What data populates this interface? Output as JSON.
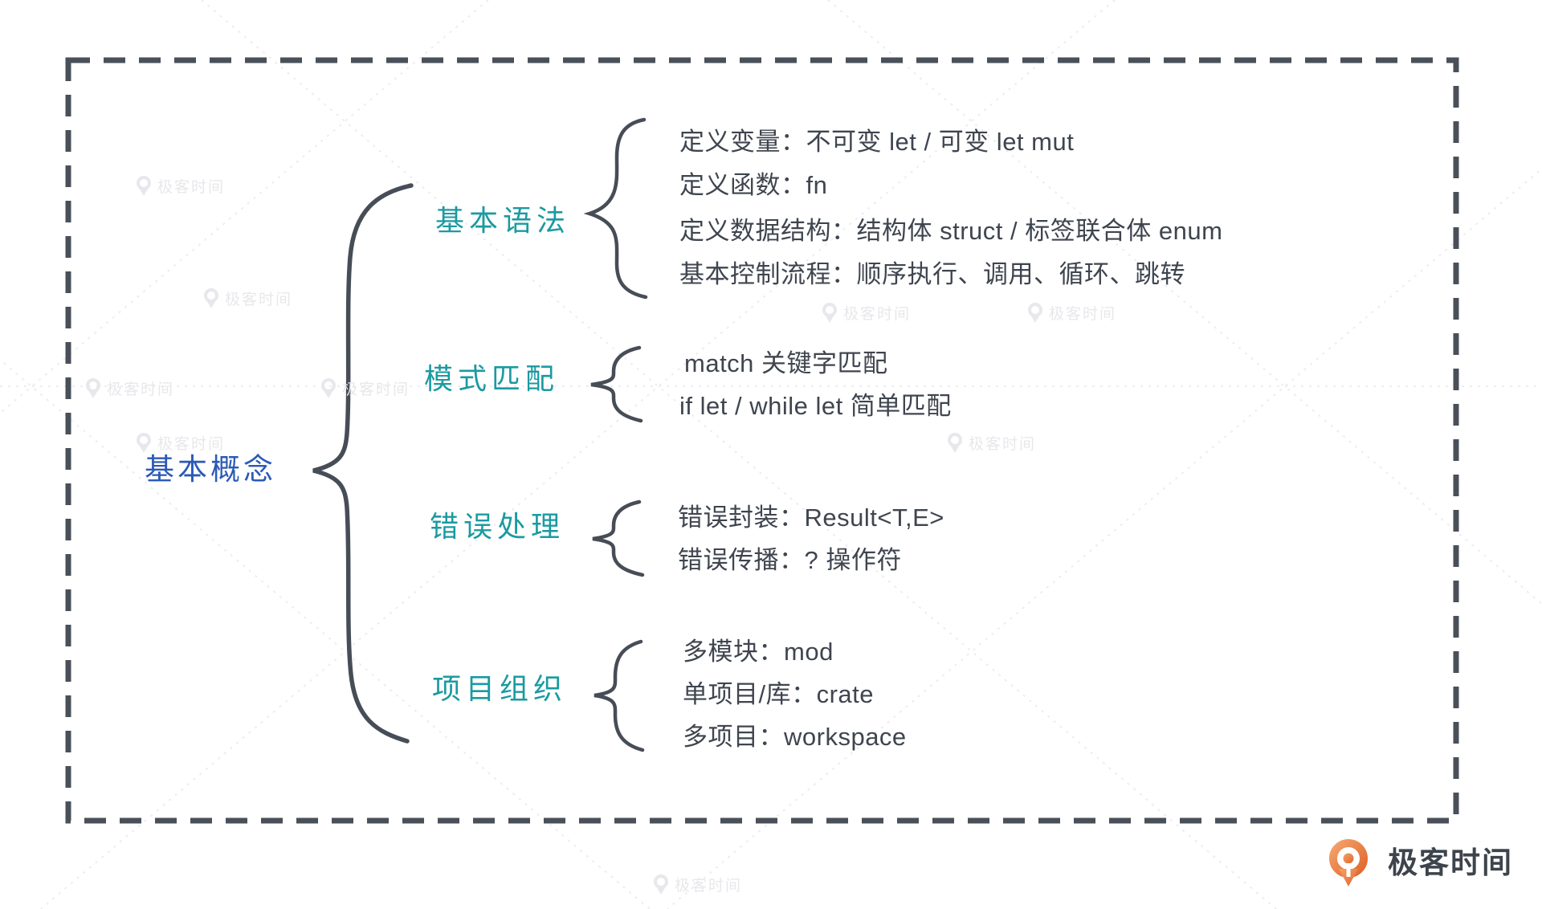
{
  "root": {
    "label": "基本概念"
  },
  "branches": [
    {
      "label": "基本语法",
      "items": [
        "定义变量：不可变 let / 可变 let mut",
        "定义函数：fn",
        "定义数据结构：结构体 struct / 标签联合体 enum",
        "基本控制流程：顺序执行、调用、循环、跳转"
      ]
    },
    {
      "label": "模式匹配",
      "items": [
        "match 关键字匹配",
        "if let / while let 简单匹配"
      ]
    },
    {
      "label": "错误处理",
      "items": [
        "错误封装：Result<T,E>",
        "错误传播：? 操作符"
      ]
    },
    {
      "label": "项目组织",
      "items": [
        "多模块：mod",
        "单项目/库：crate",
        "多项目：workspace"
      ]
    }
  ],
  "watermark": {
    "text": "极客时间"
  },
  "brand": {
    "name": "极客时间"
  },
  "colors": {
    "background": "#ffffff",
    "root_text": "#2b5ab4",
    "branch_text": "#1b9aa1",
    "item_text": "#3f454f",
    "line": "#474d57",
    "border": "#4a505a",
    "brand_orange": "#e8733a",
    "watermark": "#e8e8ec"
  }
}
